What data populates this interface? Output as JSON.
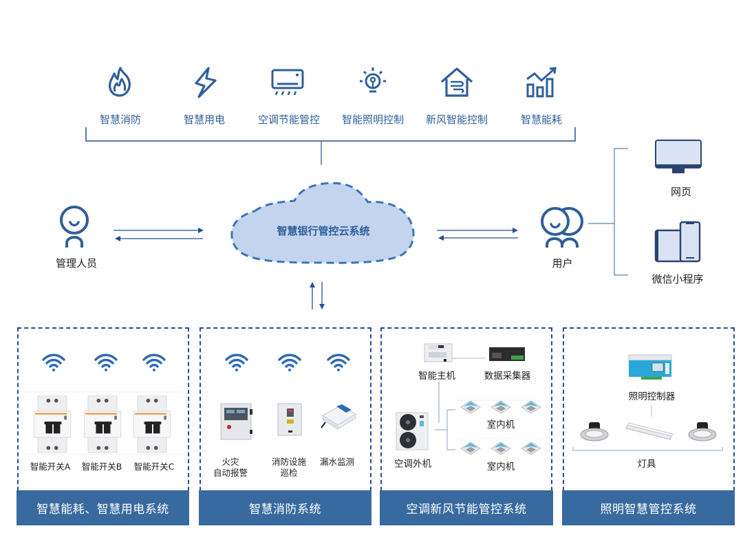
{
  "features": [
    {
      "icon": "fire-icon",
      "label": "智慧消防"
    },
    {
      "icon": "lightning-icon",
      "label": "智慧用电"
    },
    {
      "icon": "air-conditioner-icon",
      "label": "空调节能管控"
    },
    {
      "icon": "lightbulb-icon",
      "label": "智能照明控制"
    },
    {
      "icon": "house-wind-icon",
      "label": "新风智能控制"
    },
    {
      "icon": "bar-chart-trend-icon",
      "label": "智慧能耗"
    }
  ],
  "cloud": {
    "label": "智慧银行管控云系统"
  },
  "admin": {
    "label": "管理人员"
  },
  "user": {
    "label": "用户"
  },
  "clients": [
    {
      "icon": "monitor-icon",
      "label": "网页"
    },
    {
      "icon": "tablet-phone-icon",
      "label": "微信小程序"
    }
  ],
  "systems": [
    {
      "title": "智慧能耗、智慧用电系统",
      "devices": [
        "智能开关A",
        "智能开关B",
        "智能开关C"
      ]
    },
    {
      "title": "智慧消防系统",
      "devices": [
        "火灾",
        "自动报警",
        "消防设施",
        "巡检",
        "漏水监测"
      ]
    },
    {
      "title": "空调新风节能管控系统",
      "devices": [
        "智能主机",
        "数据采集器",
        "室内机",
        "空调外机",
        "室内机"
      ]
    },
    {
      "title": "照明智慧管控系统",
      "devices": [
        "照明控制器",
        "灯具"
      ]
    }
  ],
  "colors": {
    "primary": "#2f5f9a",
    "bar": "#386a9f",
    "cloud_fill": "#c3d4ee",
    "line": "#2a4d8f"
  }
}
